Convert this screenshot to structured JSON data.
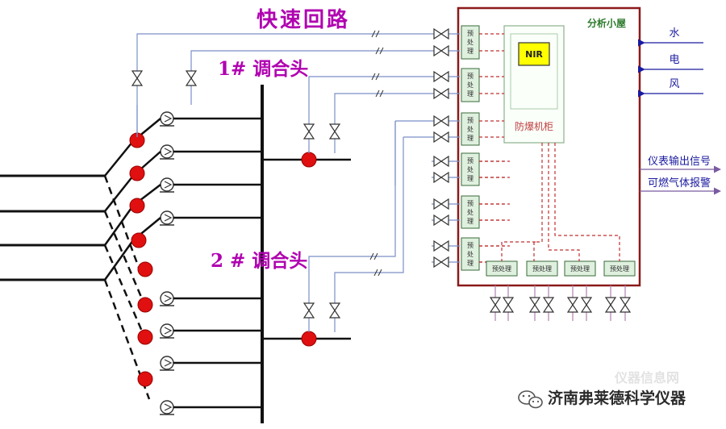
{
  "labels": {
    "fast_loop": "快速回路",
    "mixing_head_1": "1# 调合头",
    "mixing_head_2": "2 # 调合头",
    "analyzer_house": "分析小屋",
    "nir": "NIR",
    "explosion_proof_cabinet": "防爆机柜",
    "pretreatment": "预处理"
  },
  "utilities": [
    "水",
    "电",
    "风"
  ],
  "outputs": [
    "仪表输出信号",
    "可燃气体报警"
  ],
  "watermark": {
    "text": "济南弗莱德科学仪器",
    "faint_text": "仪器信息网"
  },
  "colors": {
    "purple_label": "#b000b0",
    "blue_line": "#7a8fc8",
    "house_border": "#8b1a1a",
    "red_dot": "#e01010",
    "nir_fill": "#ffff00",
    "pretreat_fill": "#dff0df",
    "dashed_red": "#c03030",
    "output_arrow": "#7a5aa0"
  },
  "icons": [
    "valve-icon",
    "pump-icon",
    "sample-point-icon",
    "wechat-icon"
  ]
}
